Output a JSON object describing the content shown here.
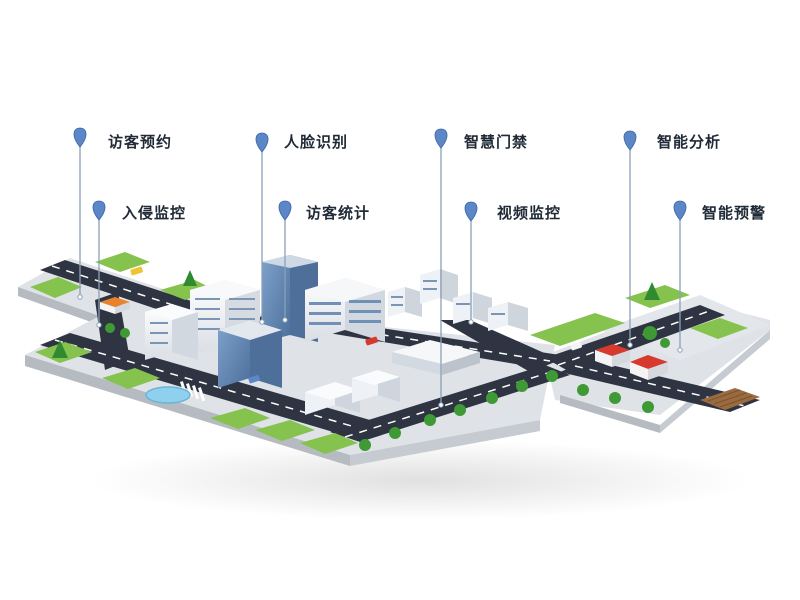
{
  "feature_labels": {
    "visitor_booking": "访客预约",
    "face_recognition": "人脸识别",
    "smart_access": "智慧门禁",
    "smart_analysis": "智能分析",
    "intrusion_monitor": "入侵监控",
    "visitor_statistics": "访客统计",
    "video_monitor": "视频监控",
    "smart_alert": "智能预警"
  },
  "colors": {
    "pin": "#5b87c7",
    "pin_dark": "#3f68a6",
    "road": "#2e3441",
    "road_marking": "#ffffff",
    "ground": "#d9dde2",
    "ground_side": "#b9bec5",
    "grass": "#7fc24a",
    "tree": "#3e9a37",
    "building_glass": "#5f86b3",
    "building_white": "#f2f4f6",
    "roof_red": "#d8392f"
  }
}
